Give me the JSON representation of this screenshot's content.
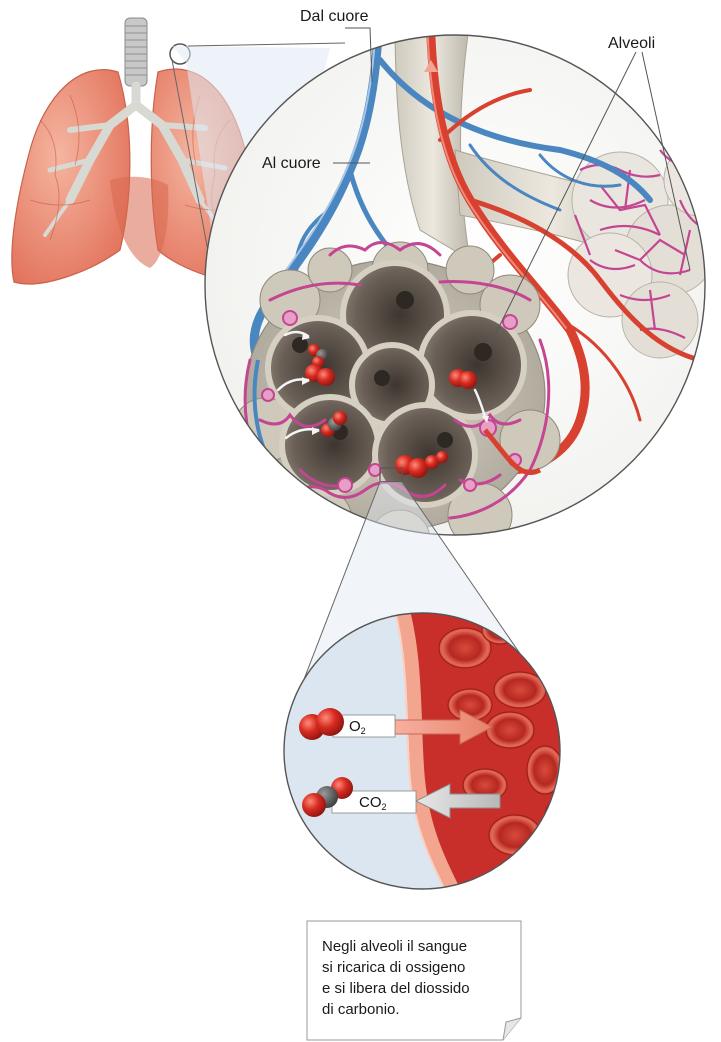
{
  "labels": {
    "from_heart": "Dal cuore",
    "to_heart": "Al cuore",
    "alveoli": "Alveoli"
  },
  "molecules": {
    "o2": {
      "symbol": "O",
      "subscript": "2"
    },
    "co2": {
      "symbol": "CO",
      "subscript": "2"
    }
  },
  "caption": {
    "lines": [
      "Negli alveoli il sangue",
      "si ricarica di ossigeno",
      "e si libera del diossido",
      "di carbonio."
    ]
  },
  "colors": {
    "lung": "#e8826a",
    "vein_blue": "#4a86c0",
    "artery_red": "#d8412f",
    "capillary_magenta": "#c44592",
    "alveolus_dark": "#5e544b",
    "blood": "#c92f2a",
    "air_side": "#dbe6f0",
    "oxygen_atom": "#d62a20"
  }
}
